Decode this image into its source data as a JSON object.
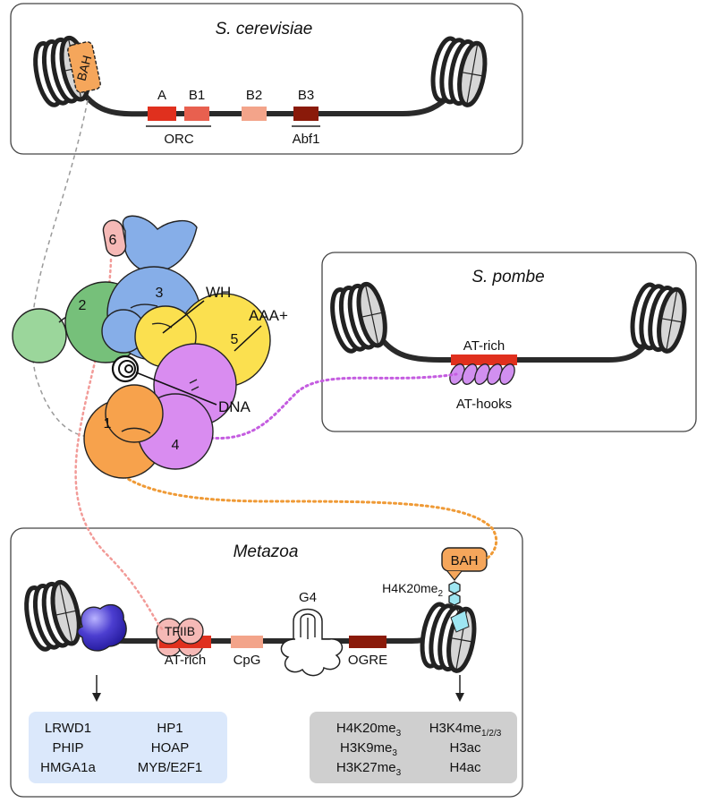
{
  "panels": {
    "cerevisiae": {
      "title": "S. cerevisiae",
      "bah": "BAH",
      "elements": [
        "A",
        "B1",
        "B2",
        "B3"
      ],
      "orc": "ORC",
      "abf1": "Abf1"
    },
    "pombe": {
      "title": "S. pombe",
      "at_rich": "AT-rich",
      "at_hooks": "AT-hooks"
    },
    "metazoa": {
      "title": "Metazoa",
      "bah": "BAH",
      "mark_main": "H4K20me",
      "mark_sub": "2",
      "tfiib": "TFIIB",
      "at_rich": "AT-rich",
      "cpg": "CpG",
      "g4": "G4",
      "ogre": "OGRE",
      "left_box": [
        [
          "LRWD1",
          "HP1"
        ],
        [
          "PHIP",
          "HOAP"
        ],
        [
          "HMGA1a",
          "MYB/E2F1"
        ]
      ],
      "right_box": [
        [
          {
            "main": "H4K20me",
            "sub": "3"
          },
          {
            "main": "H3K4me",
            "sub": "1/2/3"
          }
        ],
        [
          {
            "main": "H3K9me",
            "sub": "3"
          },
          {
            "main": "H3ac",
            "sub": ""
          }
        ],
        [
          {
            "main": "H3K27me",
            "sub": "3"
          },
          {
            "main": "H4ac",
            "sub": ""
          }
        ]
      ]
    }
  },
  "orc": {
    "subunits": [
      "1",
      "2",
      "3",
      "4",
      "5",
      "6"
    ],
    "wh": "WH",
    "aaa": "AAA+",
    "dna": "DNA"
  },
  "colors": {
    "element_a": "#e0301e",
    "element_b1": "#e8604f",
    "element_b2": "#f3a48a",
    "element_b3": "#8a1a0a",
    "bah": "#f5a65b",
    "orc1": "#f7a24c",
    "orc2": "#76c07a",
    "orc3": "#86aee8",
    "orc4": "#d98cf0",
    "orc5": "#fbe04f",
    "orc6": "#f5b9b6",
    "at_hook": "#d18ff0",
    "histone_mark": "#9ee6f2",
    "left_box_bg": "#dbe8fb",
    "right_box_bg": "#cfcfcf"
  }
}
